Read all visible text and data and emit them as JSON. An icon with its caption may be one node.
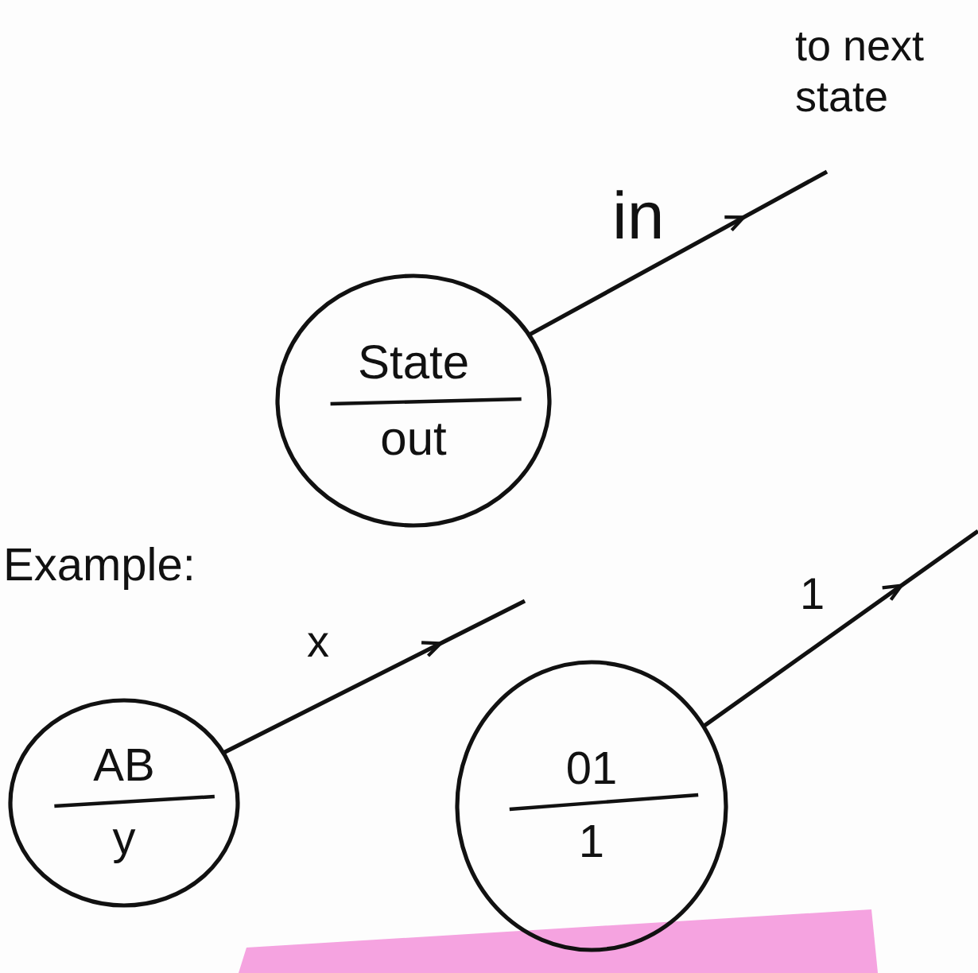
{
  "diagram": {
    "nodes": [
      {
        "text": [
          "State",
          "out"
        ]
      },
      {
        "text": [
          "to next state"
        ]
      },
      {
        "text": [
          "AB",
          "y"
        ]
      },
      {
        "text": [
          "01",
          "1"
        ]
      }
    ],
    "edges": [
      {
        "from": 0,
        "to": 1,
        "arrow": "to",
        "label": "in"
      },
      {
        "from": 2,
        "to": null,
        "arrow": "to",
        "label": "x"
      },
      {
        "from": 3,
        "to": null,
        "arrow": "to",
        "label": "1"
      }
    ],
    "labels": [
      "Example:"
    ]
  }
}
